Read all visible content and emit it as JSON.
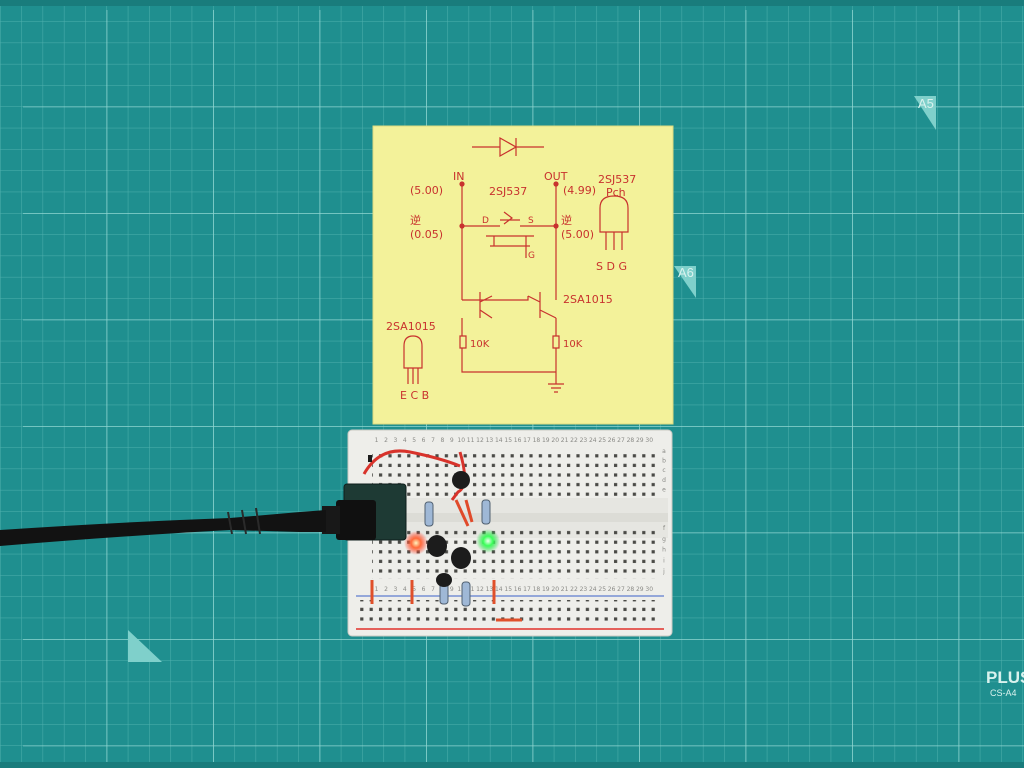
{
  "mat": {
    "colors": {
      "base": "#1f8f8f",
      "grid_minor": "#4fb0ad",
      "grid_major": "#8fd6d1"
    },
    "marker_a5": "A5",
    "marker_a6": "A6",
    "brand": "PLUS",
    "model": "CS-A4"
  },
  "note": {
    "color": "#f3f29a",
    "ink": "#c8322e",
    "labels": {
      "in": "IN",
      "out": "OUT",
      "v_in": "(5.00)",
      "v_out": "(4.99)",
      "rev_in_mark": "逆",
      "v_rev_in": "(0.05)",
      "rev_out_mark": "逆",
      "v_rev_out": "(5.00)",
      "fet_name": "2SJ537",
      "fet_d": "D",
      "fet_s": "S",
      "fet_g": "G",
      "fet_pkg_name": "2SJ537",
      "fet_pkg_type": "Pch",
      "fet_pins": "S D G",
      "bjt_right": "2SA1015",
      "bjt_left": "2SA1015",
      "bjt_pins": "E C B",
      "r_left": "10K",
      "r_right": "10K"
    }
  },
  "breadboard": {
    "color": "#eeeeea",
    "top_numbers": [
      "1",
      "2",
      "3",
      "4",
      "5",
      "6",
      "7",
      "8",
      "9",
      "10",
      "11",
      "12",
      "13",
      "14",
      "15",
      "16",
      "17",
      "18",
      "19",
      "20",
      "21",
      "22",
      "23",
      "24",
      "25",
      "26",
      "27",
      "28",
      "29",
      "30"
    ],
    "rows_top": [
      "a",
      "b",
      "c",
      "d",
      "e"
    ],
    "rows_bottom": [
      "f",
      "g",
      "h",
      "i",
      "j"
    ],
    "bottom_numbers": [
      "1",
      "2",
      "3",
      "4",
      "5",
      "6",
      "7",
      "8",
      "9",
      "10",
      "11",
      "12",
      "13",
      "14",
      "15",
      "16",
      "17",
      "18",
      "19",
      "20",
      "21",
      "22",
      "23",
      "24",
      "25",
      "26",
      "27",
      "28",
      "29",
      "30"
    ]
  },
  "leds": [
    {
      "color": "#ff5a3a"
    },
    {
      "color": "#3cff5a"
    }
  ]
}
